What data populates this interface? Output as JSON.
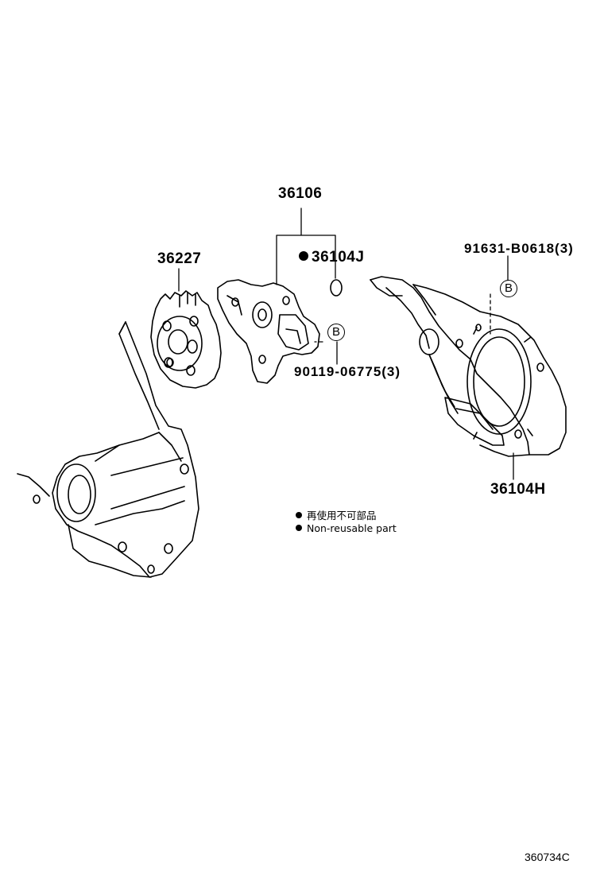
{
  "callouts": {
    "part_36106": "36106",
    "part_36227": "36227",
    "part_36104J": "36104J",
    "part_91631": "91631-B0618(3)",
    "part_90119": "90119-06775(3)",
    "part_36104H": "36104H"
  },
  "bubbles": {
    "upper": "B",
    "lower": "B"
  },
  "legend": {
    "japanese": "再使用不可部品",
    "english": "Non-reusable part"
  },
  "figure_code": "360734C"
}
